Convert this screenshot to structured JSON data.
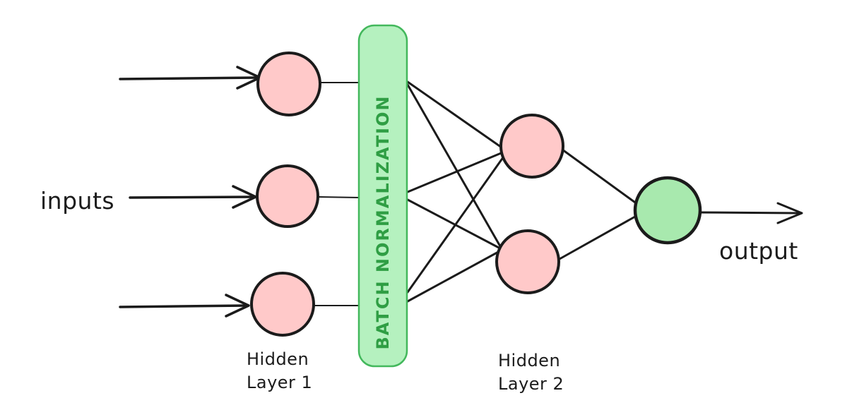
{
  "diagram": {
    "type": "neural-network-sketch",
    "labels": {
      "inputs": "inputs",
      "output": "output",
      "batch_norm": "BATCH NORMALIZATION",
      "hidden_layer_1": [
        "Hidden",
        "Layer 1"
      ],
      "hidden_layer_2": [
        "Hidden",
        "Layer 2"
      ]
    },
    "colors": {
      "ink": "#1b1b1b",
      "pink_node_fill": "#ffc9c9",
      "bn_box_fill": "#b5f1bf",
      "bn_box_stroke": "#43b85c",
      "bn_text_green": "#2f9e44",
      "output_node_fill": "#a8e9ae"
    },
    "structure": {
      "input_arrows": 3,
      "hidden_layer_1_nodes": 3,
      "hidden_layer_2_nodes": 2,
      "output_nodes": 1,
      "bn_to_hidden2_connections": 6,
      "hidden2_to_output_connections": 2
    }
  }
}
